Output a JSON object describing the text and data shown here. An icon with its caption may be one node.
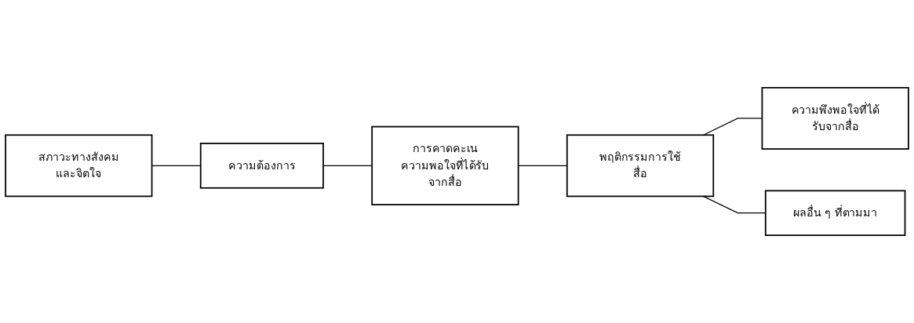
{
  "diagram": {
    "nodes": [
      {
        "text": [
          "สภาวะทางสังคมและจิตใจ"
        ]
      },
      {
        "text": [
          "ความต้องการ"
        ]
      },
      {
        "text": [
          "การคาดคะเนความพอใจที่ได้รับจากสื่อ"
        ]
      },
      {
        "text": [
          "พฤติกรรมการใช้สื่อ"
        ]
      },
      {
        "text": [
          "ความพึงพอใจที่ได้รับจากสื่อ"
        ]
      },
      {
        "text": [
          "ผลอื่น ๆ ที่ตามมา"
        ]
      }
    ],
    "edges": [
      {
        "from": 0,
        "to": 1,
        "arrow": "none"
      },
      {
        "from": 1,
        "to": 2,
        "arrow": "none"
      },
      {
        "from": 2,
        "to": 3,
        "arrow": "none"
      },
      {
        "from": 3,
        "to": 4,
        "arrow": "none"
      },
      {
        "from": 3,
        "to": 5,
        "arrow": "none"
      }
    ]
  }
}
